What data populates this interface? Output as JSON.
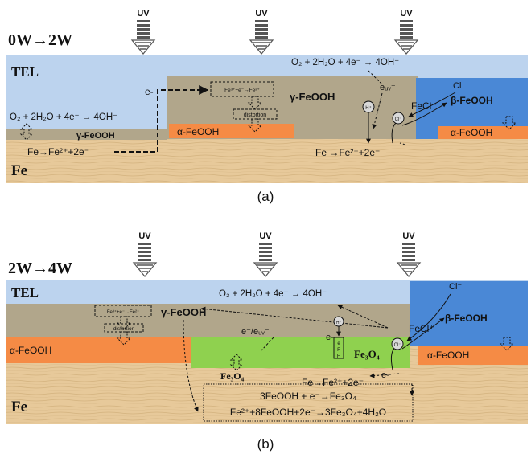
{
  "panel_a": {
    "title": "0W→2W",
    "caption": "(a)",
    "uv": [
      "UV",
      "UV",
      "UV"
    ],
    "tel": "TEL",
    "fe": "Fe",
    "cl": "Cl⁻",
    "eq_o2_left": "O₂ + 2H₂O + 4e⁻ → 4OH⁻",
    "eq_o2_right": "O₂ + 2H₂O + 4e⁻ → 4OH⁻",
    "fe_left": "Fe→Fe²⁺+2e⁻",
    "fe_right": "Fe →Fe²⁺+2e⁻",
    "e_minus": "e-",
    "e_uv": "eᵤᵥ⁻",
    "gamma_small": "γ-FeOOH",
    "gamma_big": "γ-FeOOH",
    "alpha_mid": "α-FeOOH",
    "alpha_right": "α-FeOOH",
    "beta": "β-FeOOH",
    "fecl": "FeCl⁺",
    "box_fe": "Fe³⁺+e⁻→Fe²⁺",
    "box_dist": "distortion",
    "circ_h": "H⁺",
    "circ_cl": "Cl⁻"
  },
  "panel_b": {
    "title": "2W→4W",
    "caption": "(b)",
    "uv": [
      "UV",
      "UV",
      "UV"
    ],
    "tel": "TEL",
    "fe": "Fe",
    "cl": "Cl⁻",
    "eq_o2": "O₂ + 2H₂O + 4e⁻ → 4OH⁻",
    "gamma": "γ-FeOOH",
    "alpha_left": "α-FeOOH",
    "alpha_right": "α-FeOOH",
    "beta": "β-FeOOH",
    "fecl": "FeCl⁺",
    "fe3o4_green": "Fe₃O₄",
    "fe3o4_below": "Fe₃O₄",
    "e_euv": "e⁻/eᵤᵥ⁻",
    "e_minus1": "e-",
    "e_minus2": "e-",
    "fe_ox": "Fe→Fe²⁺+2e⁻",
    "box_fe": "Fe³⁺+e⁻→Fe²⁺",
    "box_dist": "distortion",
    "reaction1": "3FeOOH + e⁻→Fe₃O₄",
    "reaction2": "Fe²⁺+8FeOOH+2e⁻→3Fe₃O₄+4H₂O",
    "circ_cl": "Cl⁻",
    "circ_h": "H⁺",
    "bar_letters": [
      "e",
      "F",
      "H"
    ]
  },
  "colors": {
    "tel": "#bcd3ee",
    "khaki": "#b1a68b",
    "alpha": "#f58b45",
    "beta": "#4a88d6",
    "fe": "#e7c99a",
    "fe3o4": "#8fd14f"
  }
}
